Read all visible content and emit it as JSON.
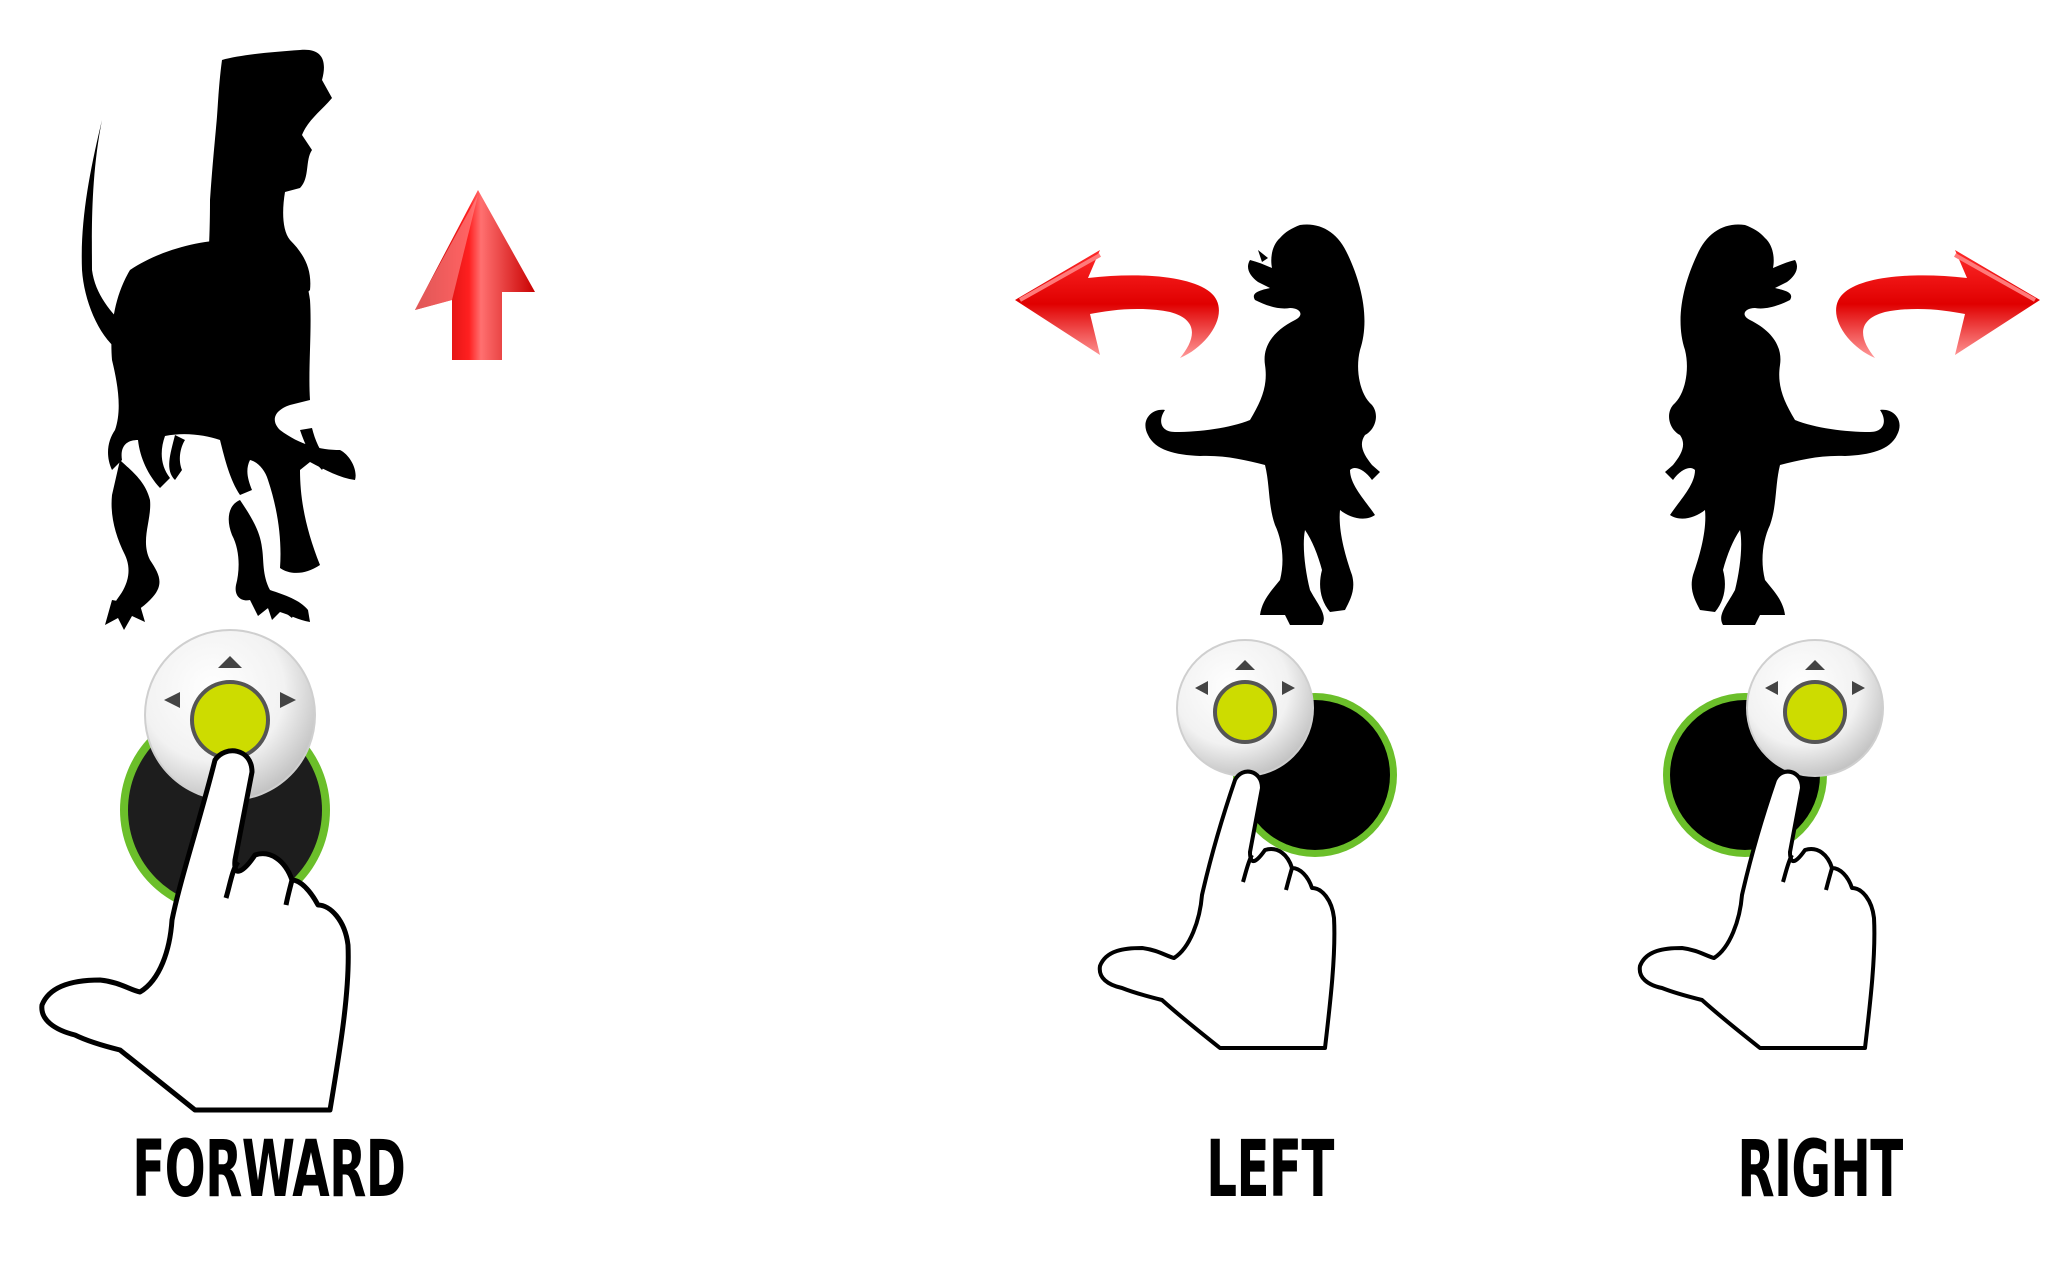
{
  "diagram": {
    "panels": [
      {
        "id": "forward",
        "label": "FORWARD",
        "arrow": "up"
      },
      {
        "id": "left",
        "label": "LEFT",
        "arrow": "curve-left"
      },
      {
        "id": "right",
        "label": "RIGHT",
        "arrow": "curve-right"
      }
    ]
  },
  "colors": {
    "silhouette": "#000000",
    "arrow_red": "#e00000",
    "arrow_light": "#ff6a6a",
    "button_yellow": "#cddc00",
    "ring_green": "#7dbb2a",
    "pad_dark": "#1c1c1c",
    "hand_fill": "#ffffff",
    "hand_stroke": "#000000"
  },
  "icons": {
    "dinosaur": "dinosaur-silhouette-icon",
    "arrow_up": "arrow-up-icon",
    "arrow_left": "curved-arrow-left-icon",
    "arrow_right": "curved-arrow-right-icon",
    "controller": "joystick-button-icon",
    "hand": "pointing-hand-icon"
  }
}
